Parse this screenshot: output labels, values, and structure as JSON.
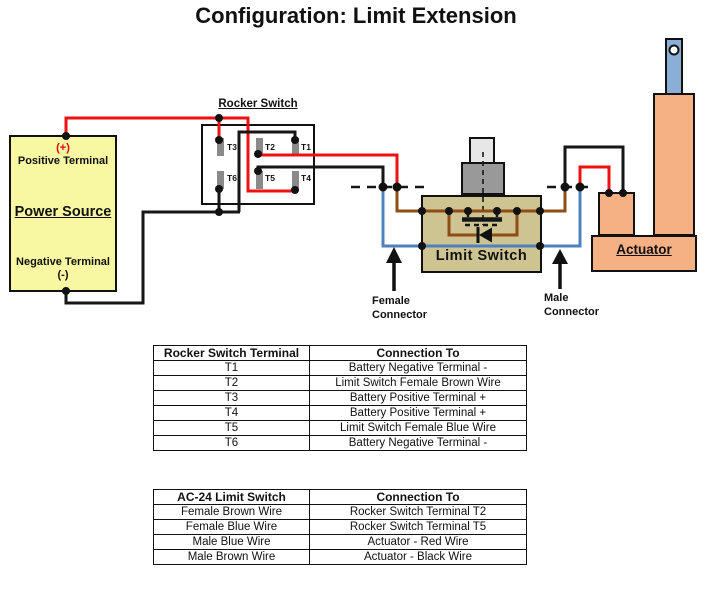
{
  "title": "Configuration: Limit Extension",
  "colors": {
    "wire_red": "#ee1111",
    "wire_black": "#161616",
    "wire_brown": "#8f4d15",
    "wire_blue": "#4f81bd",
    "power_source_fill": "#f8f8a2",
    "limit_switch_fill": "#cdc492",
    "actuator_fill": "#f5b183",
    "rod_fill": "#8aaed6",
    "plunger_top_fill": "#e7e7e7",
    "plunger_base_fill": "#999999"
  },
  "power_source": {
    "plus_sign": "(+)",
    "positive_label": "Positive Terminal",
    "title": "Power Source",
    "negative_label": "Negative Terminal",
    "minus_sign": "(-)"
  },
  "rocker_switch": {
    "label": "Rocker Switch",
    "t1": "T1",
    "t2": "T2",
    "t3": "T3",
    "t4": "T4",
    "t5": "T5",
    "t6": "T6"
  },
  "limit_switch": {
    "label": "Limit Switch"
  },
  "actuator": {
    "label": "Actuator"
  },
  "connectors": {
    "female": "Female\nConnector",
    "male": "Male\nConnector"
  },
  "tables": {
    "rocker_terminals": {
      "headers": [
        "Rocker Switch Terminal",
        "Connection To"
      ],
      "rows": [
        [
          "T1",
          "Battery Negative  Terminal -"
        ],
        [
          "T2",
          "Limit Switch Female Brown Wire"
        ],
        [
          "T3",
          "Battery Positive Terminal +"
        ],
        [
          "T4",
          "Battery Positive Terminal +"
        ],
        [
          "T5",
          "Limit Switch Female Blue Wire"
        ],
        [
          "T6",
          "Battery Negative  Terminal -"
        ]
      ]
    },
    "limit_switch_wires": {
      "headers": [
        "AC-24 Limit Switch",
        "Connection To"
      ],
      "rows": [
        [
          "Female Brown Wire",
          "Rocker Switch Terminal T2"
        ],
        [
          "Female Blue Wire",
          "Rocker Switch Terminal T5"
        ],
        [
          "Male Blue Wire",
          "Actuator - Red Wire"
        ],
        [
          "Male Brown Wire",
          "Actuator - Black Wire"
        ]
      ]
    }
  }
}
